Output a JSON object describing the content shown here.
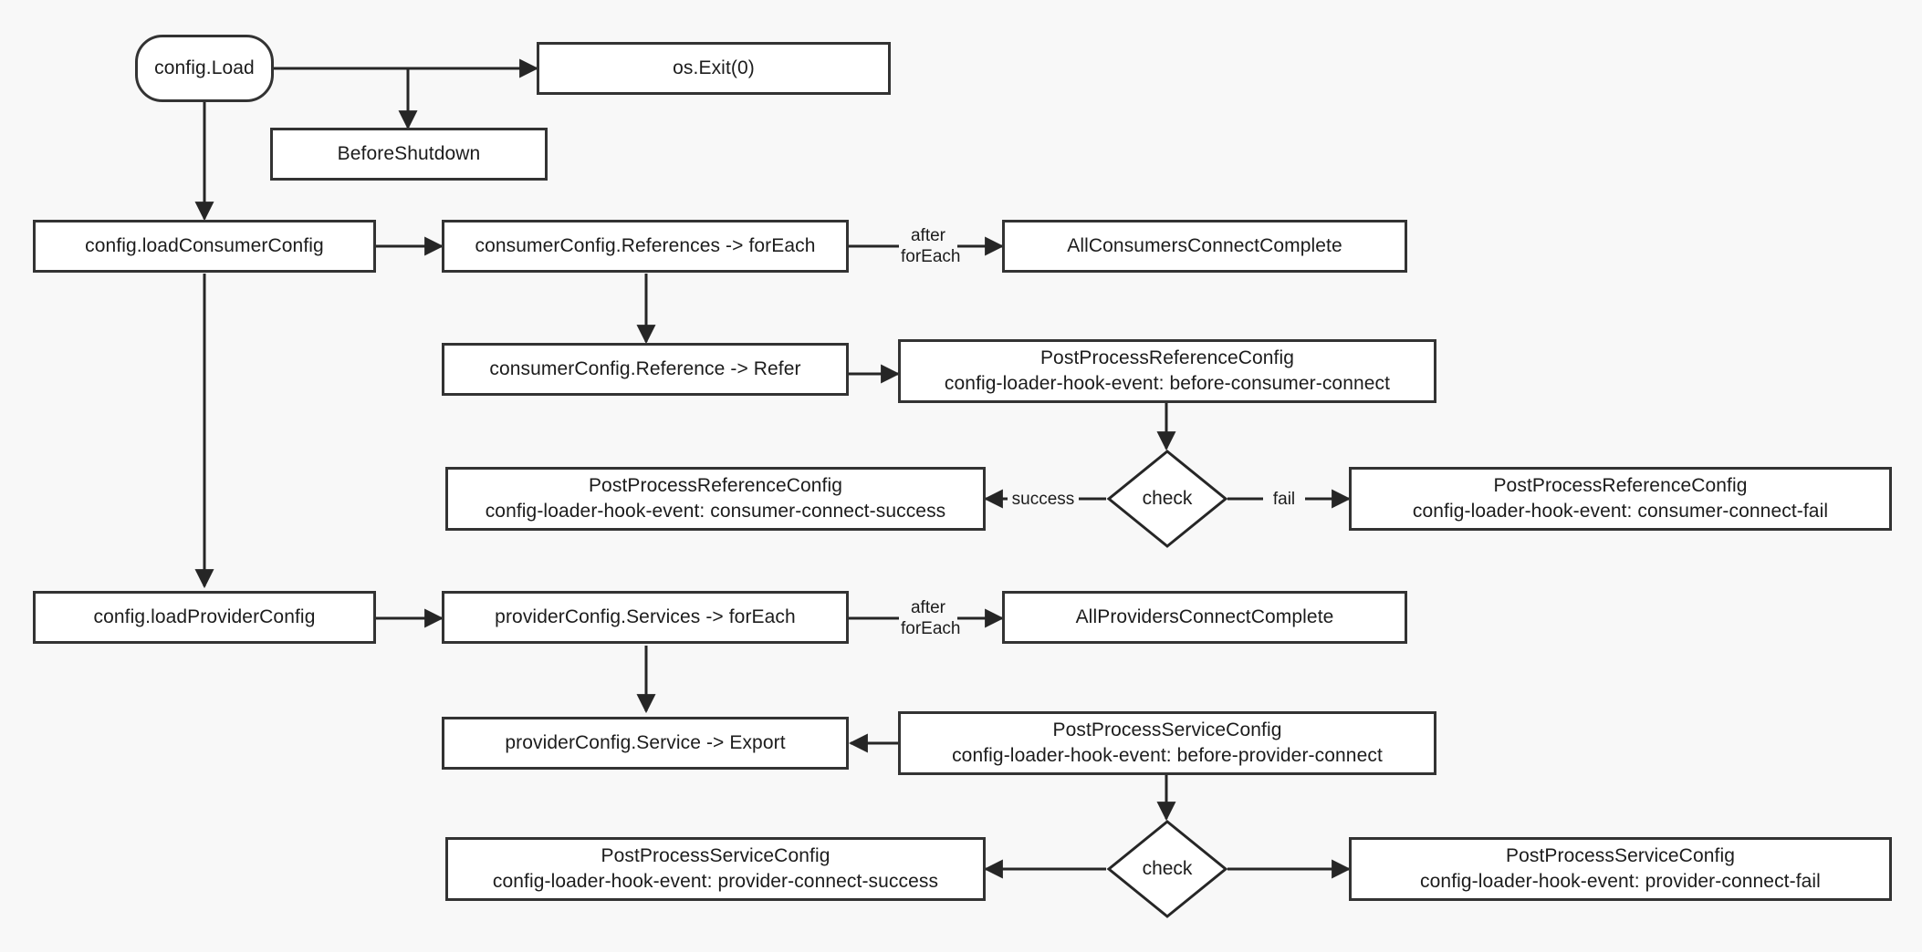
{
  "diagram": {
    "type": "flowchart",
    "background_color": "#f8f8f8",
    "node_fill": "#ffffff",
    "node_stroke": "#333333",
    "text_color": "#1c1c1c",
    "nodes": [
      {
        "id": "config_load",
        "label": "config.Load",
        "shape": "stadium"
      },
      {
        "id": "os_exit",
        "label": "os.Exit(0)",
        "shape": "rect"
      },
      {
        "id": "before_shutdown",
        "label": "BeforeShutdown",
        "shape": "rect"
      },
      {
        "id": "load_consumer_config",
        "label": "config.loadConsumerConfig",
        "shape": "rect"
      },
      {
        "id": "consumer_references",
        "label": "consumerConfig.References -> forEach",
        "shape": "rect"
      },
      {
        "id": "all_consumers_complete",
        "label": "AllConsumersConnectComplete",
        "shape": "rect"
      },
      {
        "id": "consumer_reference",
        "label": "consumerConfig.Reference -> Refer",
        "shape": "rect"
      },
      {
        "id": "pp_ref_before",
        "label": "PostProcessReferenceConfig\nconfig-loader-hook-event: before-consumer-connect",
        "shape": "rect"
      },
      {
        "id": "check_consumer",
        "label": "check",
        "shape": "diamond"
      },
      {
        "id": "pp_ref_success",
        "label": "PostProcessReferenceConfig\nconfig-loader-hook-event: consumer-connect-success",
        "shape": "rect"
      },
      {
        "id": "pp_ref_fail",
        "label": "PostProcessReferenceConfig\nconfig-loader-hook-event: consumer-connect-fail",
        "shape": "rect"
      },
      {
        "id": "load_provider_config",
        "label": "config.loadProviderConfig",
        "shape": "rect"
      },
      {
        "id": "provider_services",
        "label": "providerConfig.Services -> forEach",
        "shape": "rect"
      },
      {
        "id": "all_providers_complete",
        "label": "AllProvidersConnectComplete",
        "shape": "rect"
      },
      {
        "id": "provider_service",
        "label": "providerConfig.Service -> Export",
        "shape": "rect"
      },
      {
        "id": "pp_svc_before",
        "label": "PostProcessServiceConfig\nconfig-loader-hook-event: before-provider-connect",
        "shape": "rect"
      },
      {
        "id": "check_provider",
        "label": "check",
        "shape": "diamond"
      },
      {
        "id": "pp_svc_success",
        "label": "PostProcessServiceConfig\nconfig-loader-hook-event: provider-connect-success",
        "shape": "rect"
      },
      {
        "id": "pp_svc_fail",
        "label": "PostProcessServiceConfig\nconfig-loader-hook-event: provider-connect-fail",
        "shape": "rect"
      }
    ],
    "edge_labels": [
      {
        "id": "after_foreach_consumer",
        "label": "after\nforEach"
      },
      {
        "id": "label_success_consumer",
        "label": "success"
      },
      {
        "id": "label_fail_consumer",
        "label": "fail"
      },
      {
        "id": "after_foreach_provider",
        "label": "after\nforEach"
      }
    ],
    "edges": [
      {
        "from": "config_load",
        "to": "os_exit",
        "label": ""
      },
      {
        "from": "config_load",
        "to": "before_shutdown",
        "label": ""
      },
      {
        "from": "config_load",
        "to": "load_consumer_config",
        "label": ""
      },
      {
        "from": "load_consumer_config",
        "to": "consumer_references",
        "label": ""
      },
      {
        "from": "load_consumer_config",
        "to": "load_provider_config",
        "label": ""
      },
      {
        "from": "consumer_references",
        "to": "all_consumers_complete",
        "label": "after forEach"
      },
      {
        "from": "consumer_references",
        "to": "consumer_reference",
        "label": ""
      },
      {
        "from": "consumer_reference",
        "to": "pp_ref_before",
        "label": ""
      },
      {
        "from": "pp_ref_before",
        "to": "check_consumer",
        "label": ""
      },
      {
        "from": "check_consumer",
        "to": "pp_ref_success",
        "label": "success"
      },
      {
        "from": "check_consumer",
        "to": "pp_ref_fail",
        "label": "fail"
      },
      {
        "from": "load_provider_config",
        "to": "provider_services",
        "label": ""
      },
      {
        "from": "provider_services",
        "to": "all_providers_complete",
        "label": "after forEach"
      },
      {
        "from": "provider_services",
        "to": "provider_service",
        "label": ""
      },
      {
        "from": "pp_svc_before",
        "to": "provider_service",
        "label": ""
      },
      {
        "from": "pp_svc_before",
        "to": "check_provider",
        "label": ""
      },
      {
        "from": "check_provider",
        "to": "pp_svc_success",
        "label": ""
      },
      {
        "from": "check_provider",
        "to": "pp_svc_fail",
        "label": ""
      }
    ]
  }
}
